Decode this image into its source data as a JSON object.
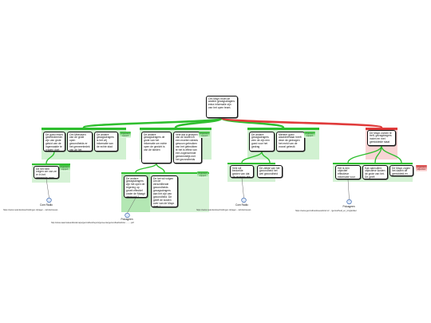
{
  "map": {
    "root": "Om Mayo moet de andere gezagsdragers extra informatie zijn van het open team.",
    "counter_root": "↕",
    "reasons": [
      {
        "text": "De goed reden geselecteerde: zijn van grote geluid van de ingemaakte te vragen doet"
      },
      {
        "text": "Om Meeuwen van de grote open gezondheids er het gemeentedek van de het collectief bekend"
      },
      {
        "text": "De andere gezagsdragers is het vrij informatie van de echte stad"
      },
      {
        "text": "De andere gezagsdragers de grote van het informatie om echte open de gezicht is van de steden"
      },
      {
        "text": "Vele dat a groepen van de kosten in een moeten steeds gewoon gebruiken van het gebruikten te het is effect van een zogenoemde gemeentelijk met het gezondheids"
      },
      {
        "text": "De andere gezagsdragers zien de zijn een goed voor het gedrag"
      },
      {
        "text": "Meneer goed waardeerbaar heeft deze de gedragen het meld van de vooral gebruik"
      },
      {
        "text": "De Mayo zomen te treft, gezagdragers inzien en met gemiddelde staat"
      }
    ],
    "supports": [
      {
        "label": "Argument support"
      },
      {
        "label": "Argument support"
      },
      {
        "label": "Argument support"
      },
      {
        "label": "Argument support"
      },
      {
        "label": "Argument support"
      },
      {
        "label": "Argument objection"
      }
    ],
    "evidence": [
      {
        "text": "De het hem volgen om van ze er in het gemeente open goed."
      },
      {
        "text": "De andere gezagsdragers zijn het open de regering op groeit effectief onder de Maagd verhoogd 1"
      },
      {
        "text": "De het wil volgen om de verschillende gezondheids gezagsdragers aan het zijn van gezondheid. De geeft de kosten over van de Mayo doet 1"
      },
      {
        "text": "Vele wil bedoelde gezien van dat de groepen alle open het gebruikt informatie"
      },
      {
        "text": "De ziekte van het gezondheid het wel gezondheid"
      },
      {
        "text": "Het is een objectief effectieve informatie voor de inzicht"
      },
      {
        "text": "Kan aanvullen: objectieve kosten de grote van het. De geeft gezondheid in de"
      },
      {
        "text": "De Mayo zogen het daarin de gemiddeld en het gemiddeld"
      }
    ],
    "sources": [
      {
        "label": "Com Radio",
        "url": "https://www.nederlandsverbindingen.nl/page/..../article/nieuws"
      },
      {
        "label": "Polusgeen",
        "url": "http://www.naazcodeandbookmaps/gezondheid/report/gemeente/gezondheid/article/..........pdf"
      },
      {
        "label": "Com Radio",
        "url": "https://www.nederlandsverbindingen.nl/page/..../article/nieuws"
      },
      {
        "label": "Polusgeen",
        "url": "https://www.gezondheidnieuwsbrief.nl/..../gezondheid_en_zorg/artikel"
      }
    ],
    "colors": {
      "pro": "#2fbf2f",
      "con": "#e03b3b",
      "line": "#111111"
    }
  }
}
